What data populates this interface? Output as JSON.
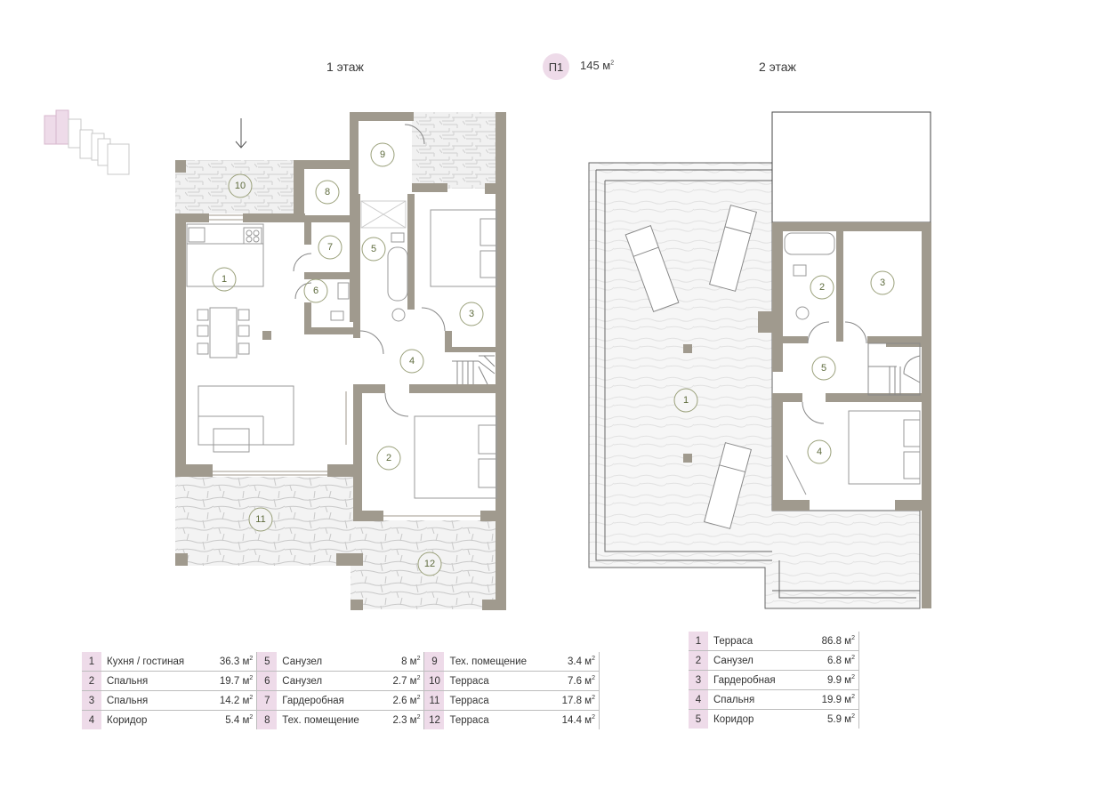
{
  "header": {
    "floor1_label": "1 этаж",
    "floor2_label": "2 этаж",
    "plan_code": "П1",
    "total_area": "145 м",
    "area_unit_power": "2"
  },
  "colors": {
    "wall": "#a09a8e",
    "accent_pink": "#eedbe9",
    "label_green": "#5e6b3d"
  },
  "floor1_room_numbers": [
    "1",
    "2",
    "3",
    "4",
    "5",
    "6",
    "7",
    "8",
    "9",
    "10",
    "11",
    "12"
  ],
  "floor2_room_numbers": [
    "1",
    "2",
    "3",
    "4",
    "5"
  ],
  "floor1_legend": [
    {
      "idx": "1",
      "name": "Кухня / гостиная",
      "area": "36.3 м",
      "idx2": "5",
      "name2": "Санузел",
      "area2": "8 м",
      "idx3": "9",
      "name3": "Тех. помещение",
      "area3": "3.4 м"
    },
    {
      "idx": "2",
      "name": "Спальня",
      "area": "19.7 м",
      "idx2": "6",
      "name2": "Санузел",
      "area2": "2.7 м",
      "idx3": "10",
      "name3": "Терраса",
      "area3": "7.6 м"
    },
    {
      "idx": "3",
      "name": "Спальня",
      "area": "14.2 м",
      "idx2": "7",
      "name2": "Гардеробная",
      "area2": "2.6 м",
      "idx3": "11",
      "name3": "Терраса",
      "area3": "17.8 м"
    },
    {
      "idx": "4",
      "name": "Коридор",
      "area": "5.4 м",
      "idx2": "8",
      "name2": "Тех. помещение",
      "area2": "2.3 м",
      "idx3": "12",
      "name3": "Терраса",
      "area3": "14.4 м"
    }
  ],
  "floor2_legend": [
    {
      "idx": "1",
      "name": "Терраса",
      "area": "86.8 м"
    },
    {
      "idx": "2",
      "name": "Санузел",
      "area": "6.8 м"
    },
    {
      "idx": "3",
      "name": "Гардеробная",
      "area": "9.9 м"
    },
    {
      "idx": "4",
      "name": "Спальня",
      "area": "19.9 м"
    },
    {
      "idx": "5",
      "name": "Коридор",
      "area": "5.9 м"
    }
  ]
}
